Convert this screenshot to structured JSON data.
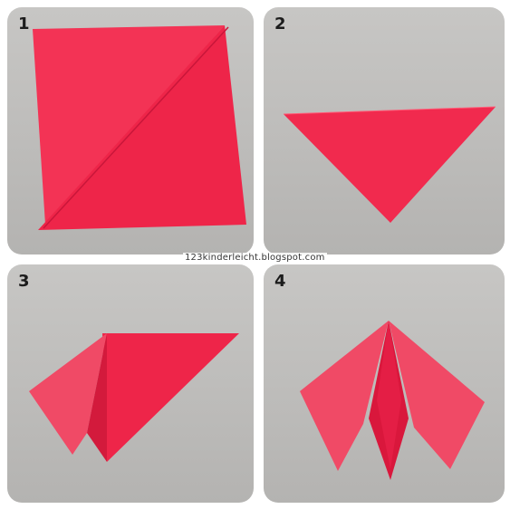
{
  "steps": [
    {
      "number": "1",
      "description": "square sheet folded diagonally"
    },
    {
      "number": "2",
      "description": "folded triangle"
    },
    {
      "number": "3",
      "description": "left corner folded up"
    },
    {
      "number": "4",
      "description": "right corner folded up"
    }
  ],
  "watermark": "123kinderleicht.blogspot.com",
  "colors": {
    "paper": "#f12a4e",
    "paper_shade": "#d9173c",
    "paper_dark": "#c5102f",
    "background": "#bfbebc"
  }
}
